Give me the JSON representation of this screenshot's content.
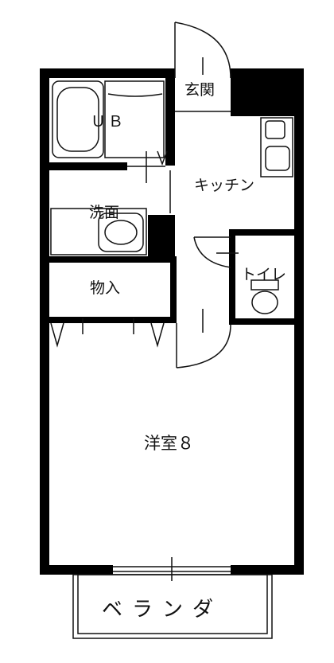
{
  "rooms": {
    "unit_bath": "ＵＢ",
    "entrance": "玄関",
    "kitchen": "キッチン",
    "washroom": "洗面",
    "toilet": "トイレ",
    "storage": "物入",
    "western_room": "洋室８",
    "veranda": "ベランダ"
  },
  "colors": {
    "wall": "#000000",
    "line": "#111111",
    "background": "#ffffff"
  }
}
